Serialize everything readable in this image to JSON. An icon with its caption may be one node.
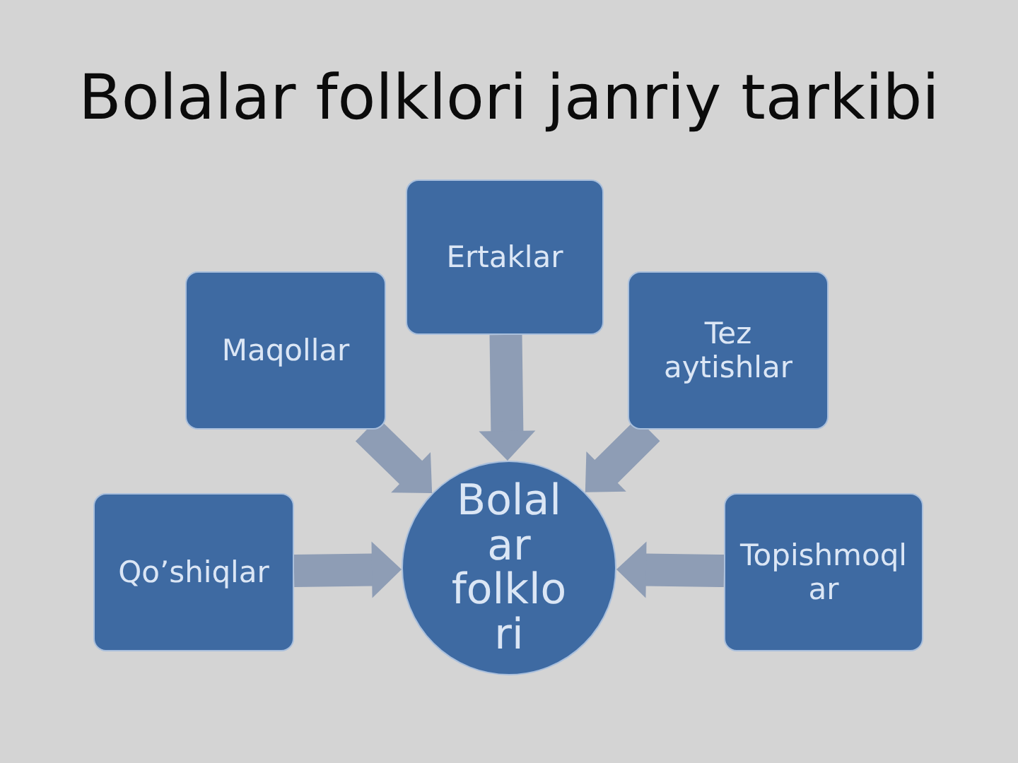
{
  "diagram": {
    "title": "Bolalar folklori janriy tarkibi",
    "nodes": [
      {
        "text": [
          "Ertaklar"
        ]
      },
      {
        "text": [
          "Maqollar"
        ]
      },
      {
        "text": [
          "Tez aytishlar"
        ]
      },
      {
        "text": [
          "Qo’shiqlar"
        ]
      },
      {
        "text": [
          "Bolalar folklori"
        ]
      },
      {
        "text": [
          "Topishmoqlar"
        ]
      }
    ],
    "edges": [
      {
        "from": 0,
        "to": 4,
        "arrow": "to"
      },
      {
        "from": 1,
        "to": 4,
        "arrow": "to"
      },
      {
        "from": 2,
        "to": 4,
        "arrow": "to"
      },
      {
        "from": 3,
        "to": 4,
        "arrow": "to"
      },
      {
        "from": 5,
        "to": 4,
        "arrow": "to"
      }
    ]
  }
}
